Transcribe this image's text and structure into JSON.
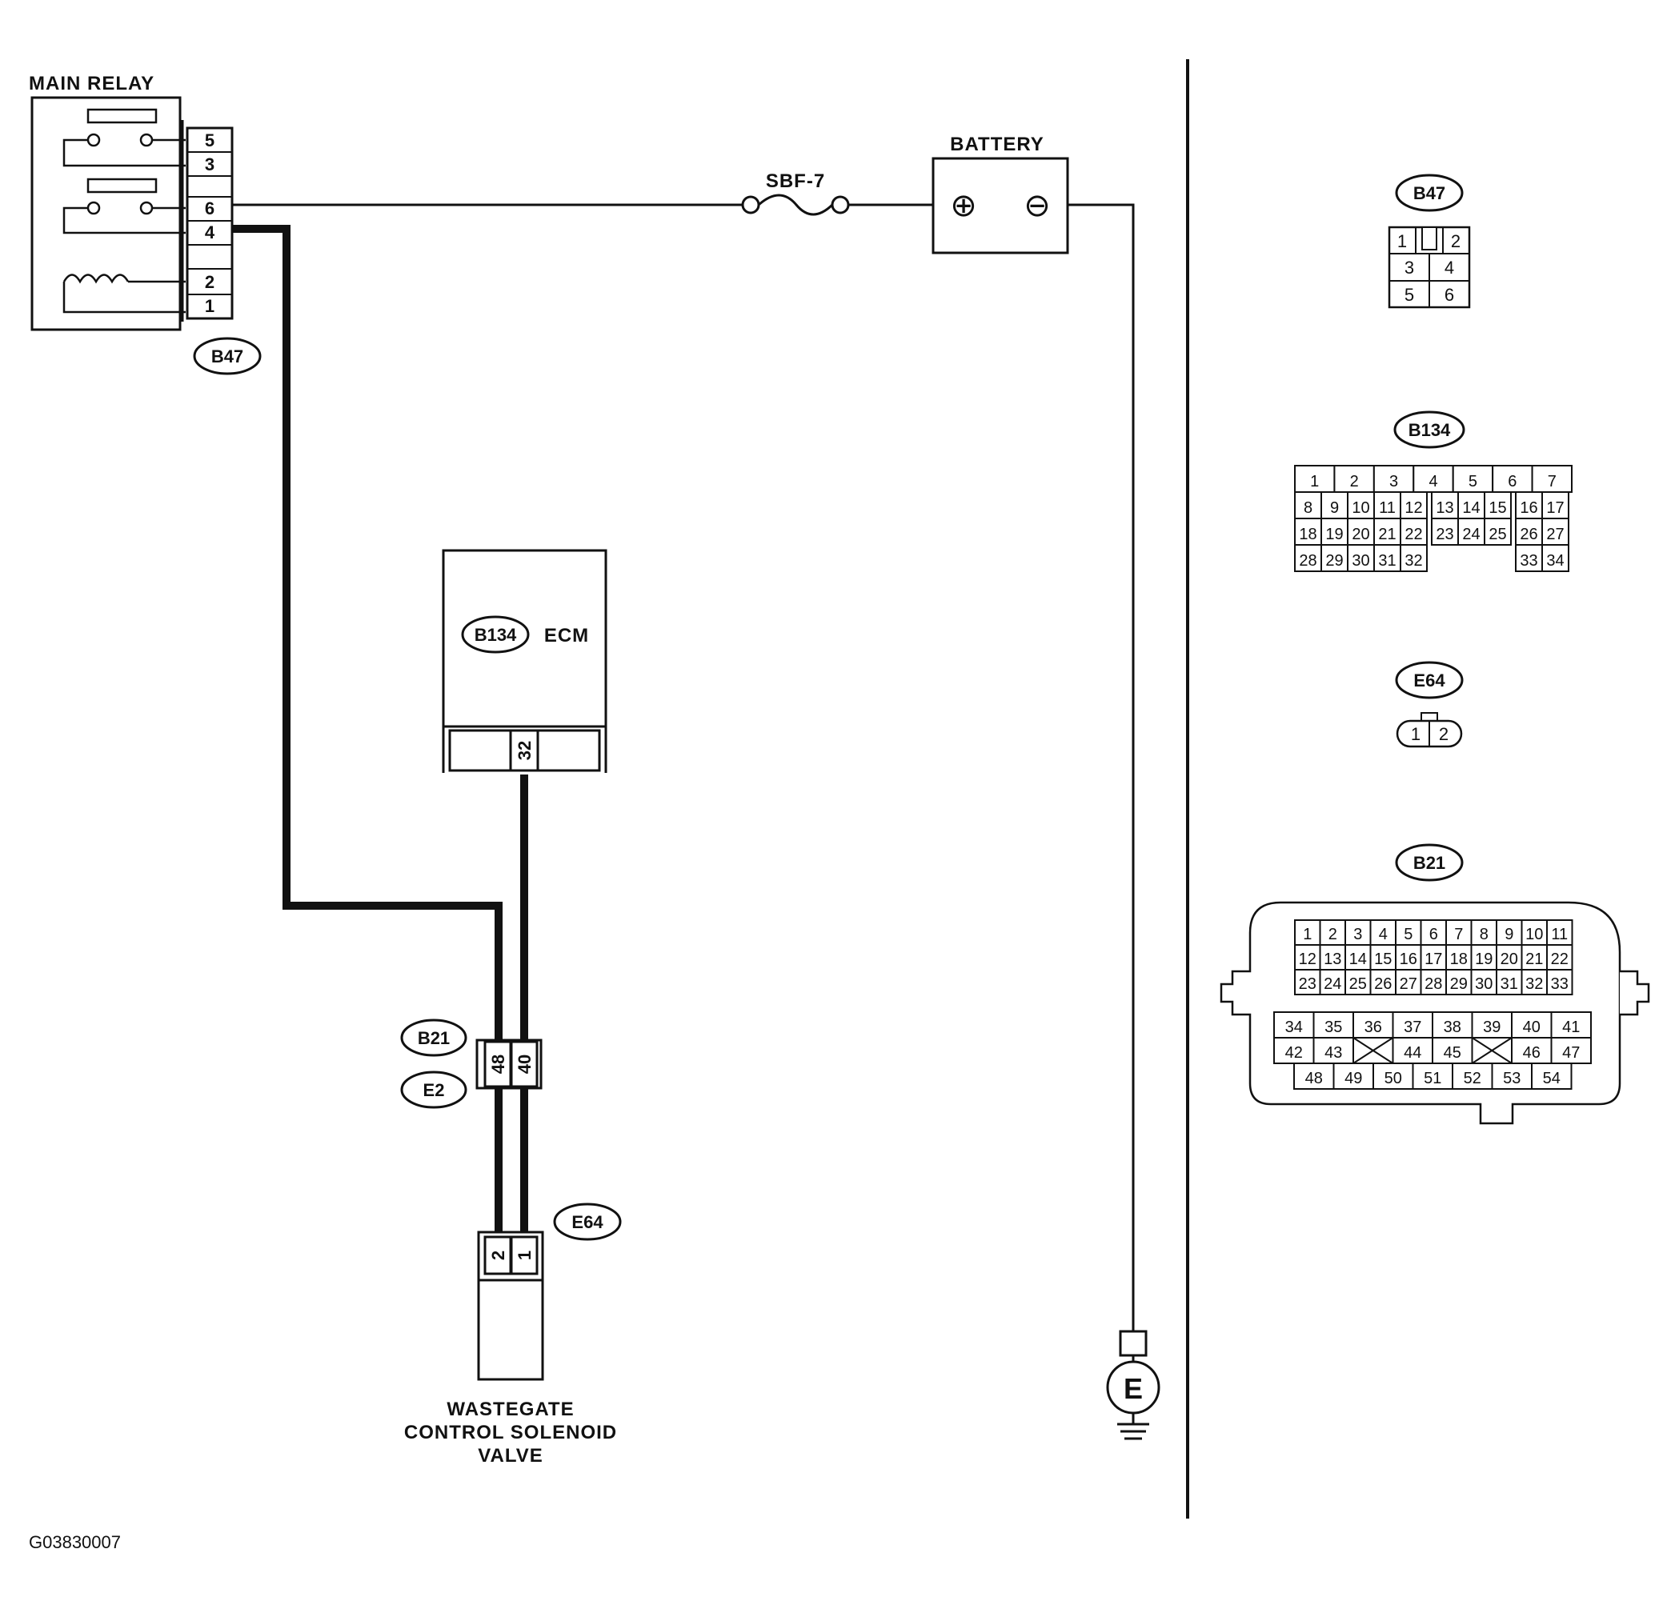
{
  "labels": {
    "main_relay": "MAIN RELAY",
    "battery": "BATTERY",
    "fuse": "SBF-7",
    "ecm": "ECM",
    "valve_line1": "WASTEGATE",
    "valve_line2": "CONTROL SOLENOID",
    "valve_line3": "VALVE",
    "ground": "E",
    "figure_id": "G03830007",
    "battery_plus": "⊕",
    "battery_minus": "⊖"
  },
  "connector_tags": {
    "relay": "B47",
    "ecm": "B134",
    "joint_upper": "B21",
    "joint_lower": "E2",
    "valve": "E64"
  },
  "relay_pins": [
    "5",
    "3",
    "6",
    "4",
    "2",
    "1"
  ],
  "ecm_pin": "32",
  "joint_pins": [
    "48",
    "40"
  ],
  "valve_pins": [
    "2",
    "1"
  ],
  "connector_views": {
    "b47": {
      "tag": "B47",
      "rows": [
        [
          "1",
          "",
          "2"
        ],
        [
          "3",
          "4"
        ],
        [
          "5",
          "6"
        ]
      ]
    },
    "b134": {
      "tag": "B134",
      "rows": [
        [
          "1",
          "2",
          "3",
          "4",
          "5",
          "6",
          "7"
        ],
        [
          "8",
          "9",
          "10",
          "11",
          "12",
          "13",
          "14",
          "15",
          "16",
          "17"
        ],
        [
          "18",
          "19",
          "20",
          "21",
          "22",
          "23",
          "24",
          "25",
          "26",
          "27"
        ],
        [
          "28",
          "29",
          "30",
          "31",
          "32",
          "33",
          "34"
        ]
      ]
    },
    "e64": {
      "tag": "E64",
      "rows": [
        [
          "1",
          "2"
        ]
      ]
    },
    "b21": {
      "tag": "B21",
      "rows": [
        [
          "1",
          "2",
          "3",
          "4",
          "5",
          "6",
          "7",
          "8",
          "9",
          "10",
          "11"
        ],
        [
          "12",
          "13",
          "14",
          "15",
          "16",
          "17",
          "18",
          "19",
          "20",
          "21",
          "22"
        ],
        [
          "23",
          "24",
          "25",
          "26",
          "27",
          "28",
          "29",
          "30",
          "31",
          "32",
          "33"
        ],
        [
          "34",
          "35",
          "36",
          "37",
          "38",
          "39",
          "40",
          "41"
        ],
        [
          "42",
          "43",
          "",
          "44",
          "45",
          "",
          "46",
          "47"
        ],
        [
          "48",
          "49",
          "50",
          "51",
          "52",
          "53",
          "54"
        ]
      ]
    }
  }
}
